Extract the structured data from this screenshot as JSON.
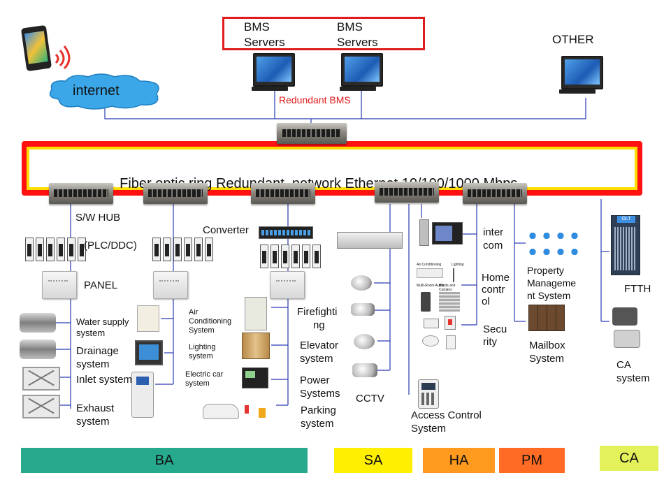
{
  "top": {
    "bms1": "BMS\nServers",
    "bms1_a": "BMS",
    "bms1_b": "Servers",
    "bms2_a": "BMS",
    "bms2_b": "Servers",
    "redundant": "Redundant BMS",
    "other": "OTHER",
    "internet": "internet"
  },
  "ring": {
    "title_a": "Fiber optic ring Redundant  network ",
    "title_b": "Ethernet 10/100/1000 Mbps"
  },
  "labels": {
    "sw_hub": "S/W HUB",
    "plc": "(PLC/DDC)",
    "panel": "PANEL",
    "converter": "Converter",
    "water": "Water supply\nsystem",
    "water_a": "Water supply",
    "water_b": "system",
    "drain_a": "Drainage",
    "drain_b": "system",
    "inlet": "Inlet system",
    "exhaust_a": "Exhaust",
    "exhaust_b": "system",
    "aircon_a": "Air",
    "aircon_b": "Conditioning",
    "aircon_c": "System",
    "lighting_a": "Lighting",
    "lighting_b": "system",
    "ecar_a": "Electric car",
    "ecar_b": "system",
    "fire_a": "Firefighti",
    "fire_b": "ng",
    "elev_a": "Elevator",
    "elev_b": "system",
    "power_a": "Power",
    "power_b": "Systems",
    "park_a": "Parking",
    "park_b": "system",
    "cctv": "CCTV",
    "access_a": "Access Control",
    "access_b": "System",
    "intercom_a": "inter",
    "intercom_b": "com",
    "home_a": "Home",
    "home_b": "contr",
    "home_c": "ol",
    "sec_a": "Secu",
    "sec_b": "rity",
    "prop_a": "Property",
    "prop_b": "Manageme",
    "prop_c": "nt System",
    "mail_a": "Mailbox",
    "mail_b": "System",
    "ftth": "FTTH",
    "ca_a": "CA",
    "ca_b": "system",
    "olt": "OLT",
    "haction_1": "Air Conditioning",
    "haction_2": "Lighting",
    "haction_3": "Multi-Room Audio",
    "haction_4": "Blinds and Curtains"
  },
  "bars": [
    {
      "label": "BA",
      "color": "#26a98c"
    },
    {
      "label": "SA",
      "color": "#ffef00"
    },
    {
      "label": "HA",
      "color": "#ff9a1f"
    },
    {
      "label": "PM",
      "color": "#ff6a24"
    },
    {
      "label": "CA",
      "color": "#e3f25a"
    }
  ],
  "colors": {
    "ring_red": "#ff1111",
    "ring_yellow": "#ffdd00",
    "line_blue": "#2a3bb0",
    "bms_box": "#e01b1b"
  }
}
